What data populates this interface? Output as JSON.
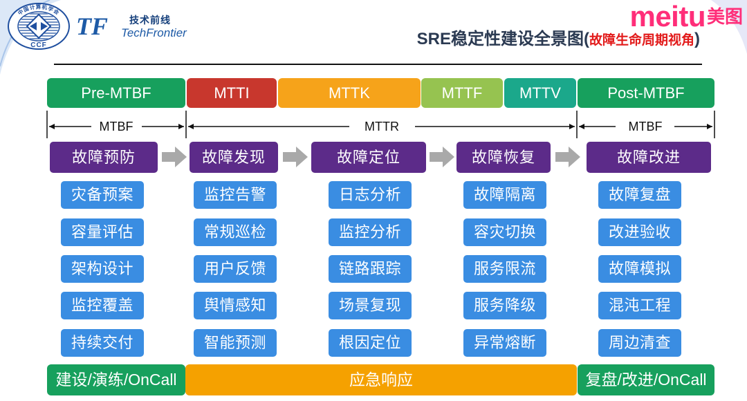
{
  "logos": {
    "ccf": {
      "ring_text": "中国计算机学会",
      "acronym": "CCF",
      "color": "#1f4f9f"
    },
    "techfrontier": {
      "mark": "TF",
      "name_cn": "技术前线",
      "name_en": "TechFrontier",
      "color": "#1d5aa6",
      "cn_color": "#16407c"
    },
    "meitu": {
      "name_en": "meitu",
      "name_cn": "美图",
      "color": "#ff2e79"
    }
  },
  "title": {
    "main": "SRE稳定性建设全景图(",
    "highlight": "故障生命周期视角",
    "close": ")",
    "main_color": "#2b3a52",
    "highlight_color": "#e21b1b"
  },
  "phases": [
    {
      "label": "Pre-MTBF",
      "color": "#17a05d"
    },
    {
      "label": "MTTI",
      "color": "#c8372d"
    },
    {
      "label": "MTTK",
      "color": "#f6a31a"
    },
    {
      "label": "MTTF",
      "color": "#96c350"
    },
    {
      "label": "MTTV",
      "color": "#1ba88b"
    },
    {
      "label": "Post-MTBF",
      "color": "#17a05d"
    }
  ],
  "spans": [
    {
      "label": "MTBF"
    },
    {
      "label": "MTTR"
    },
    {
      "label": "MTBF"
    }
  ],
  "stages": [
    {
      "label": "故障预防",
      "items": [
        "灾备预案",
        "容量评估",
        "架构设计",
        "监控覆盖",
        "持续交付"
      ]
    },
    {
      "label": "故障发现",
      "items": [
        "监控告警",
        "常规巡检",
        "用户反馈",
        "舆情感知",
        "智能预测"
      ]
    },
    {
      "label": "故障定位",
      "items": [
        "日志分析",
        "监控分析",
        "链路跟踪",
        "场景复现",
        "根因定位"
      ]
    },
    {
      "label": "故障恢复",
      "items": [
        "故障隔离",
        "容灾切换",
        "服务限流",
        "服务降级",
        "异常熔断"
      ]
    },
    {
      "label": "故障改进",
      "items": [
        "故障复盘",
        "改进验收",
        "故障模拟",
        "混沌工程",
        "周边清查"
      ]
    }
  ],
  "bottom": [
    {
      "label": "建设/演练/OnCall",
      "color": "#17a05d"
    },
    {
      "label": "应急响应",
      "color": "#f5a100"
    },
    {
      "label": "复盘/改进/OnCall",
      "color": "#17a05d"
    }
  ],
  "colors": {
    "stage": "#5c2b89",
    "item": "#3a8de2",
    "flow_arrow": "#a9a9a9",
    "span_line": "#111111"
  },
  "icons": {
    "stage_flow": "right-block-arrow-icon",
    "span_ends": "arrowhead-icon"
  }
}
